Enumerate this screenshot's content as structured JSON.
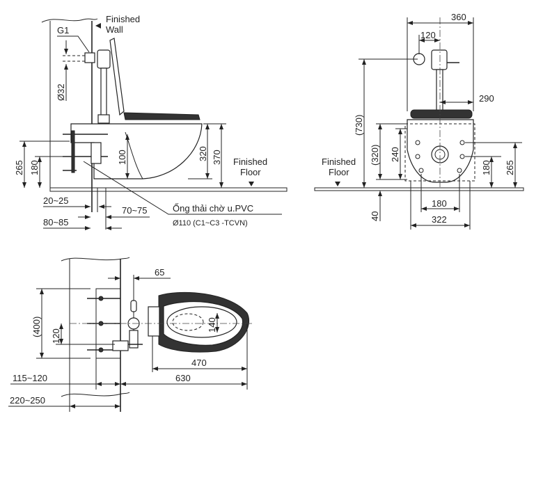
{
  "side_view": {
    "finished_wall": [
      "Finished",
      "Wall"
    ],
    "finished_floor": [
      "Finished",
      "Floor"
    ],
    "g1": "G1",
    "d32": "Ø32",
    "dims": {
      "h265": "265",
      "h180": "180",
      "h100": "100",
      "h320": "320",
      "h370": "370",
      "w20_25": "20~25",
      "w70_75": "70~75",
      "w80_85": "80~85"
    },
    "pipe_note": [
      "Ống thải chờ u.PVC",
      "Ø110 (C1~C3 -TCVN)"
    ]
  },
  "front_view": {
    "finished_floor": [
      "Finished",
      "Floor"
    ],
    "dims": {
      "w360": "360",
      "w120": "120",
      "w290": "290",
      "h730": "(730)",
      "h320": "(320)",
      "h240": "240",
      "h40": "40",
      "w180": "180",
      "w322": "322",
      "h265": "265",
      "h180": "180"
    }
  },
  "top_view": {
    "dims": {
      "w65": "65",
      "h400": "(400)",
      "h120": "120",
      "h140": "140",
      "w470": "470",
      "w630": "630",
      "w115_120": "115~120",
      "w220_250": "220~250"
    }
  }
}
